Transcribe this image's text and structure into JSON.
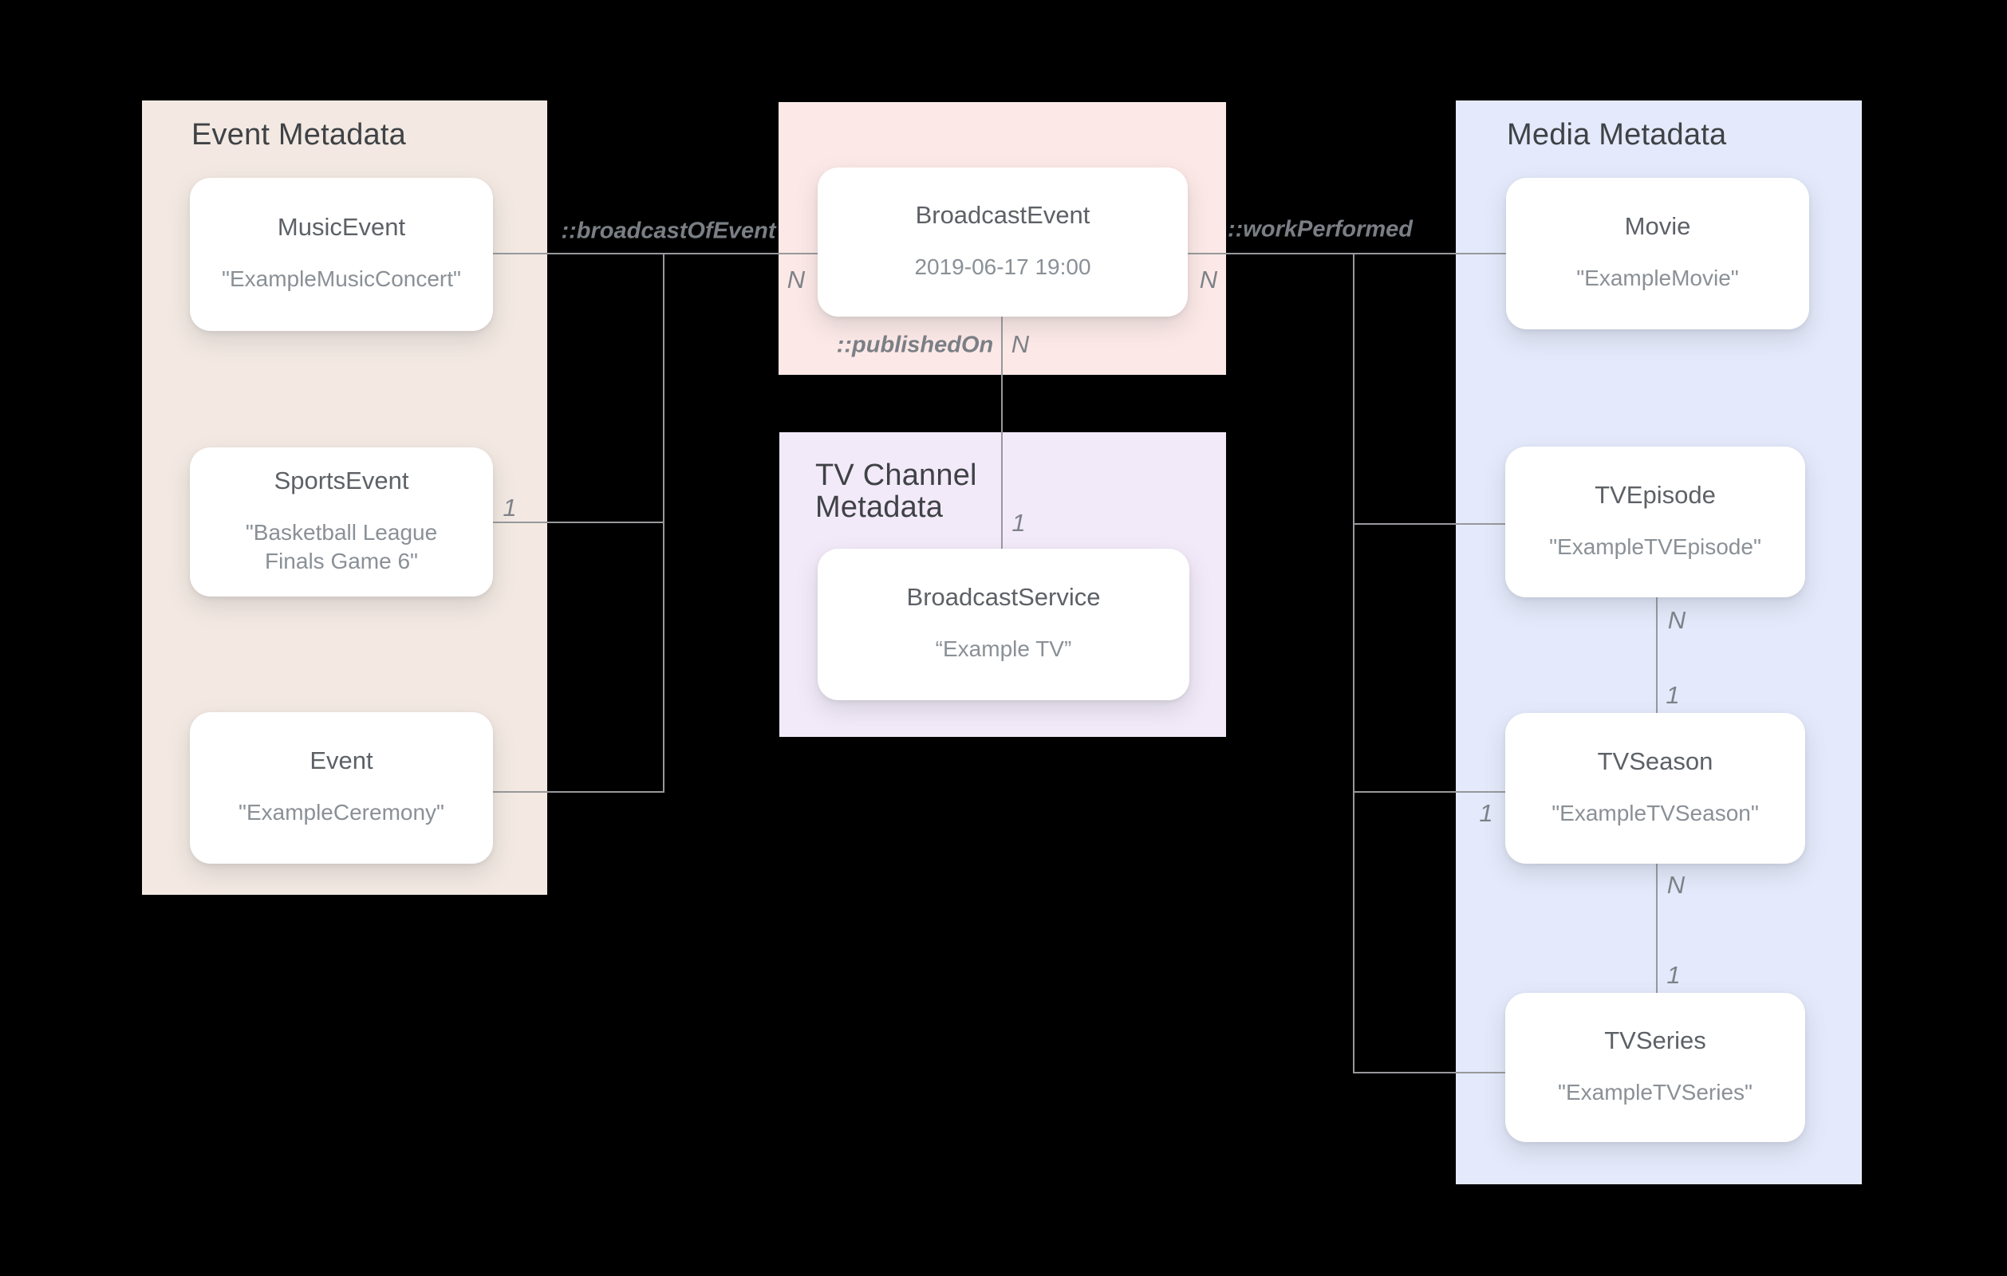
{
  "panels": {
    "event": {
      "title": "Event Metadata"
    },
    "broadcast": {
      "title": ""
    },
    "tv_channel": {
      "title": "TV Channel Metadata"
    },
    "media": {
      "title": "Media Metadata"
    }
  },
  "entities": {
    "music_event": {
      "name": "MusicEvent",
      "value": "\"ExampleMusicConcert\""
    },
    "sports_event": {
      "name": "SportsEvent",
      "value": "\"Basketball League Finals Game 6\""
    },
    "event": {
      "name": "Event",
      "value": "\"ExampleCeremony\""
    },
    "broadcast_event": {
      "name": "BroadcastEvent",
      "value": "2019-06-17 19:00"
    },
    "broadcast_service": {
      "name": "BroadcastService",
      "value": "“Example TV”"
    },
    "movie": {
      "name": "Movie",
      "value": "\"ExampleMovie\""
    },
    "tv_episode": {
      "name": "TVEpisode",
      "value": "\"ExampleTVEpisode\""
    },
    "tv_season": {
      "name": "TVSeason",
      "value": "\"ExampleTVSeason\""
    },
    "tv_series": {
      "name": "TVSeries",
      "value": "\"ExampleTVSeries\""
    }
  },
  "relations": {
    "broadcast_of_event": "::broadcastOfEvent",
    "work_performed": "::workPerformed",
    "published_on": "::publishedOn"
  },
  "cardinalities": {
    "broadcast_left_n": "N",
    "broadcast_right_n": "N",
    "published_on_n": "N",
    "published_on_1": "1",
    "sports_event_1": "1",
    "episode_season_n": "N",
    "episode_season_1": "1",
    "season_left_1": "1",
    "season_series_n": "N",
    "season_series_1": "1"
  },
  "colors": {
    "background": "#000000",
    "event_panel": "#f3e9e2",
    "broadcast_panel": "#fce9e7",
    "tv_channel_panel": "#f3eaf9",
    "media_panel": "#e4eafb",
    "card_background": "#ffffff",
    "connector_line": "#97999c",
    "panel_title_text": "#3f4246",
    "card_title_text": "#5d6166",
    "card_value_text": "#8a9096",
    "relation_label_text": "#7a7f85",
    "cardinality_text": "#7d8288"
  }
}
